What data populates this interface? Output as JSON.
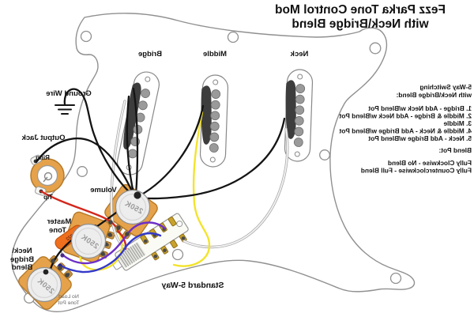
{
  "title": {
    "line1": "Fezz Parka Tone Control Mod",
    "line2": "with Neck\\Bridge Blend"
  },
  "notes": {
    "lines": [
      "5-Way Switching",
      "with Neck\\Bridge Blend:",
      "1. Bridge - Add Neck w/Blend Pot",
      "2. Middle & Bridge - Add Neck w/Blend Pot",
      "3. Middle",
      "4. Middle & Neck - Add Bridge w/Blend Pot",
      "5. Neck - Add Bridge w/Blend Pot",
      "Blend Pot:",
      "Fully Clockwise - No Blend",
      "Fully Counterclockwise - Full Blend"
    ]
  },
  "pickups": {
    "bridge_label": "Bridge",
    "middle_label": "Middle",
    "neck_label": "Neck"
  },
  "jack": {
    "label": "Output Jack",
    "ring_label": "Ring",
    "tip_label": "Tip"
  },
  "ground": {
    "label": "Ground Wire"
  },
  "pots": {
    "volume": {
      "label": "Volume",
      "value": "250K"
    },
    "master_tone": {
      "label_line1": "Master",
      "label_line2": "Tone",
      "value": "250K"
    },
    "blend": {
      "label_line1": "Neck\\",
      "label_line2": "Bridge",
      "label_line3": "Blend",
      "value": "250K",
      "note_line1": "No Load",
      "note_line2": "Tone Pot"
    }
  },
  "switch": {
    "label": "Standard 5-Way"
  },
  "capacitor": {
    "value": "022"
  },
  "colors": {
    "pot_body": "#E5A24B",
    "capacitor_orange": "#EE6F1E",
    "lug_gold": "#C8A22C",
    "wire_black": "#141414",
    "wire_white": "#F2F2F2",
    "wire_yellow": "#F3E32C",
    "wire_red": "#D3271C",
    "wire_purple": "#6C2FC7",
    "wire_blue": "#3439C8",
    "outline_gray": "#909090"
  }
}
